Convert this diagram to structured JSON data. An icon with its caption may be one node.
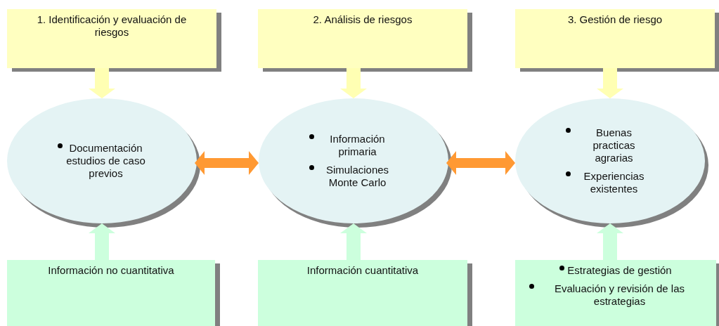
{
  "diagram": {
    "nodes": [
      {
        "text": [
          "1. Identificación y evaluación de riesgos"
        ]
      },
      {
        "text": [
          "2. Análisis de riesgos"
        ]
      },
      {
        "text": [
          "3. Gestión de riesgo"
        ]
      },
      {
        "text": [
          "Documentación estudios de caso previos"
        ]
      },
      {
        "text": [
          "Información primaria",
          "Simulaciones Monte Carlo"
        ]
      },
      {
        "text": [
          "Buenas practicas agrarias",
          "Experiencias existentes"
        ]
      },
      {
        "text": [
          "Información no cuantitativa"
        ]
      },
      {
        "text": [
          "Información cuantitativa"
        ]
      },
      {
        "text": [
          "Estrategias de gestión",
          "Evaluación y revisión de las estrategias"
        ]
      }
    ],
    "edges": [
      {
        "from": 0,
        "to": 3,
        "arrow": "to",
        "color": "#ffffb3"
      },
      {
        "from": 1,
        "to": 4,
        "arrow": "to",
        "color": "#ffffb3"
      },
      {
        "from": 2,
        "to": 5,
        "arrow": "to",
        "color": "#ffffb3"
      },
      {
        "from": 3,
        "to": 4,
        "arrow": "both",
        "color": "#ff9933"
      },
      {
        "from": 4,
        "to": 5,
        "arrow": "both",
        "color": "#ff9933"
      },
      {
        "from": 6,
        "to": 3,
        "arrow": "to",
        "color": "#ccffdd"
      },
      {
        "from": 7,
        "to": 4,
        "arrow": "to",
        "color": "#ccffdd"
      },
      {
        "from": 8,
        "to": 5,
        "arrow": "to",
        "color": "#ccffdd"
      }
    ]
  }
}
